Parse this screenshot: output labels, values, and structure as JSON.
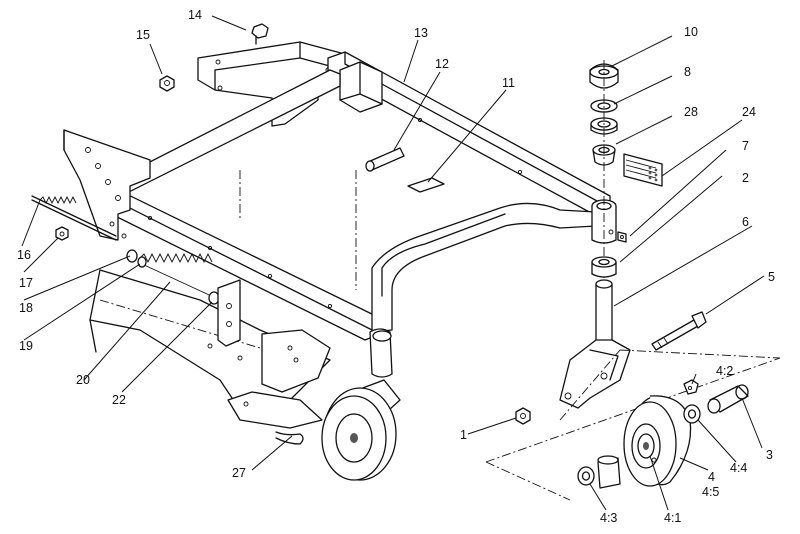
{
  "callouts": [
    {
      "id": "c14",
      "text": "14"
    },
    {
      "id": "c15",
      "text": "15"
    },
    {
      "id": "c13",
      "text": "13"
    },
    {
      "id": "c12",
      "text": "12"
    },
    {
      "id": "c11",
      "text": "11"
    },
    {
      "id": "c10",
      "text": "10"
    },
    {
      "id": "c8",
      "text": "8"
    },
    {
      "id": "c28",
      "text": "28"
    },
    {
      "id": "c24",
      "text": "24"
    },
    {
      "id": "c7",
      "text": "7"
    },
    {
      "id": "c2",
      "text": "2"
    },
    {
      "id": "c6",
      "text": "6"
    },
    {
      "id": "c5",
      "text": "5"
    },
    {
      "id": "c16",
      "text": "16"
    },
    {
      "id": "c17",
      "text": "17"
    },
    {
      "id": "c18",
      "text": "18"
    },
    {
      "id": "c19",
      "text": "19"
    },
    {
      "id": "c20",
      "text": "20"
    },
    {
      "id": "c22",
      "text": "22"
    },
    {
      "id": "c1",
      "text": "1"
    },
    {
      "id": "c42",
      "text": "4:2"
    },
    {
      "id": "c3",
      "text": "3"
    },
    {
      "id": "c44",
      "text": "4:4"
    },
    {
      "id": "c4",
      "text": "4"
    },
    {
      "id": "c45",
      "text": "4:5"
    },
    {
      "id": "c27",
      "text": "27"
    },
    {
      "id": "c43",
      "text": "4:3"
    },
    {
      "id": "c41",
      "text": "4:1"
    }
  ]
}
